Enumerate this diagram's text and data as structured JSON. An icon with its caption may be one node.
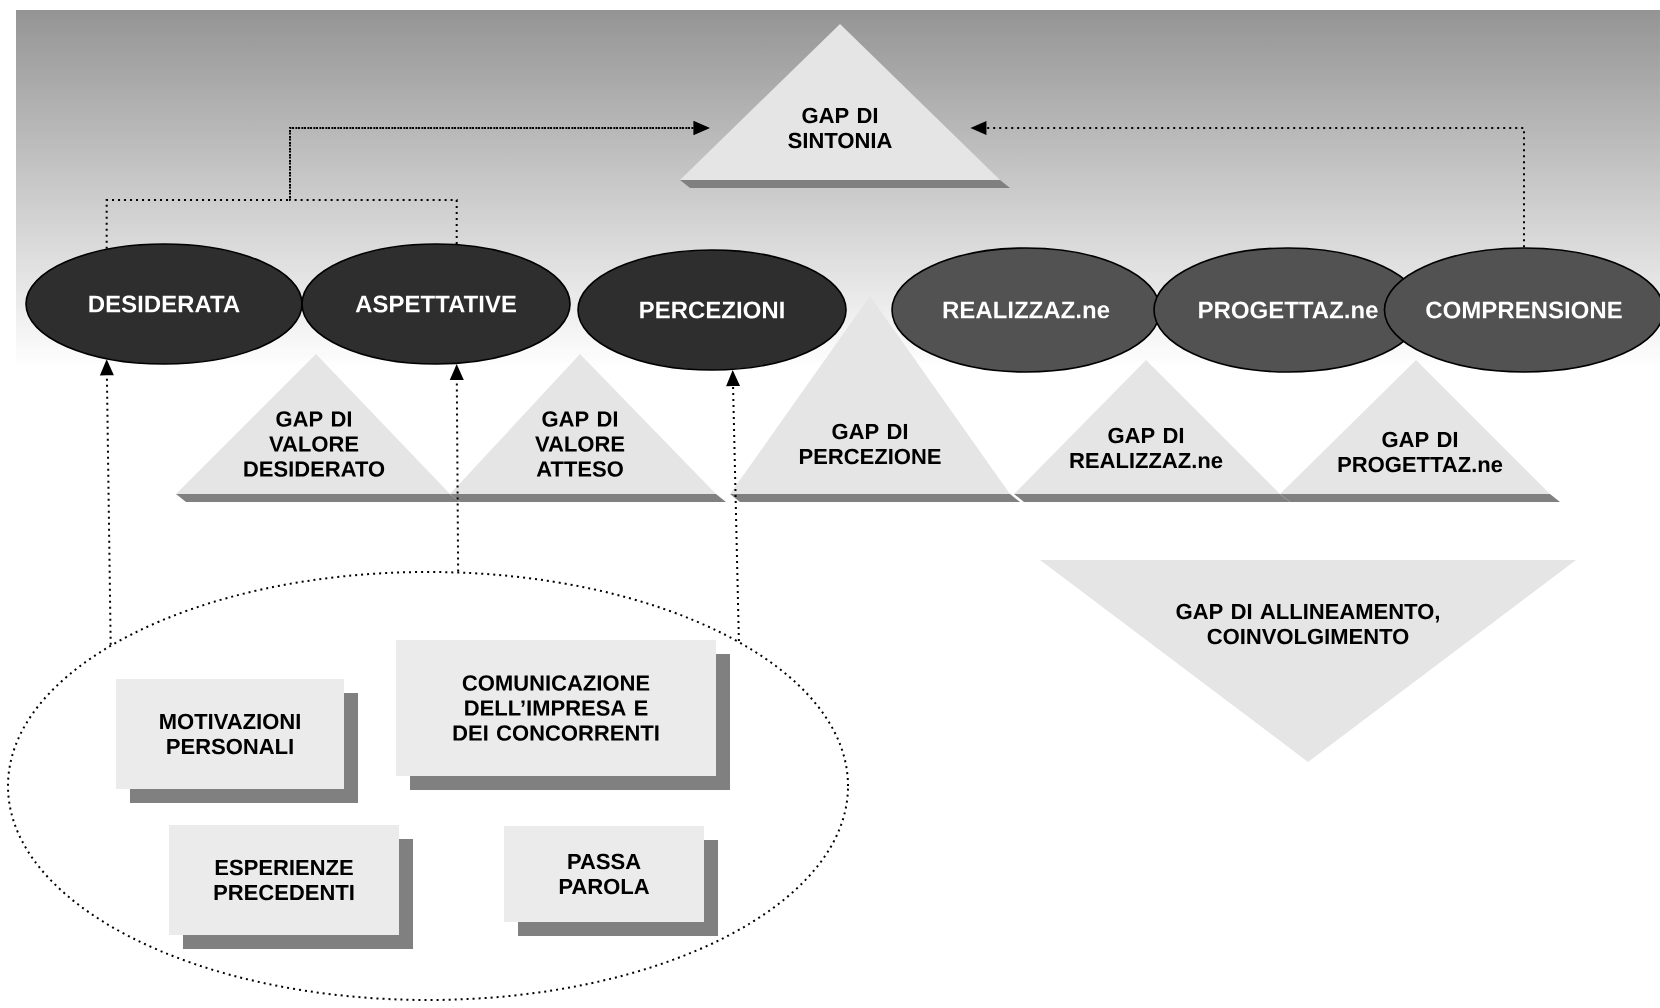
{
  "diagram": {
    "nodes": [
      {
        "text": [
          "GAP DI SINTONIA"
        ]
      },
      {
        "text": [
          "DESIDERATA"
        ]
      },
      {
        "text": [
          "ASPETTATIVE"
        ]
      },
      {
        "text": [
          "PERCEZIONI"
        ]
      },
      {
        "text": [
          "REALIZZAZ.ne"
        ]
      },
      {
        "text": [
          "PROGETTAZ.ne"
        ]
      },
      {
        "text": [
          "COMPRENSIONE"
        ]
      },
      {
        "text": [
          "GAP DI VALORE DESIDERATO"
        ]
      },
      {
        "text": [
          "GAP DI VALORE ATTESO"
        ]
      },
      {
        "text": [
          "GAP DI PERCEZIONE"
        ]
      },
      {
        "text": [
          "GAP DI REALIZZAZ.ne"
        ]
      },
      {
        "text": [
          "GAP DI PROGETTAZ.ne"
        ]
      },
      {
        "text": [
          "GAP DI ALLINEAMENTO, COINVOLGIMENTO"
        ]
      },
      {
        "text": [],
        "shape": "ellipse"
      },
      {
        "text": [
          "MOTIVAZIONI PERSONALI"
        ],
        "in": 13
      },
      {
        "text": [
          "COMUNICAZIONE DELL’IMPRESA E DEI CONCORRENTI"
        ],
        "in": 13
      },
      {
        "text": [
          "ESPERIENZE PRECEDENTI"
        ],
        "in": 13
      },
      {
        "text": [
          "PASSA PAROLA"
        ],
        "in": 13
      }
    ],
    "edges": [
      {
        "from": 1,
        "to": 0,
        "arrow": "to"
      },
      {
        "from": 2,
        "to": 0,
        "arrow": "to"
      },
      {
        "from": 6,
        "to": 0,
        "arrow": "to"
      },
      {
        "from": 13,
        "to": 1,
        "arrow": "to"
      },
      {
        "from": 13,
        "to": 2,
        "arrow": "to"
      },
      {
        "from": 13,
        "to": 3,
        "arrow": "to"
      }
    ]
  }
}
